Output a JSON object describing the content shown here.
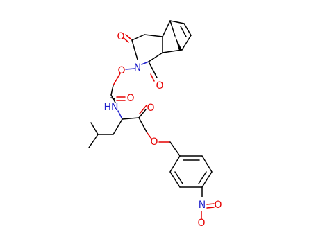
{
  "atom_labels": {
    "o_imide_top": "O",
    "n_imide": "N",
    "o_n_oxy": "O",
    "o_imide_bottom": "O",
    "o_carbamate_carbonyl": "O",
    "nh_carbamate": "HN",
    "o_ester_carbonyl": "O",
    "o_ester_single": "O",
    "n_nitro": "N",
    "o_nitro_top": "O",
    "o_nitro_bottom": "O"
  },
  "colors": {
    "bond": "#000000",
    "oxygen": "#e60000",
    "nitrogen": "#1f1fcc",
    "background": "#ffffff"
  }
}
